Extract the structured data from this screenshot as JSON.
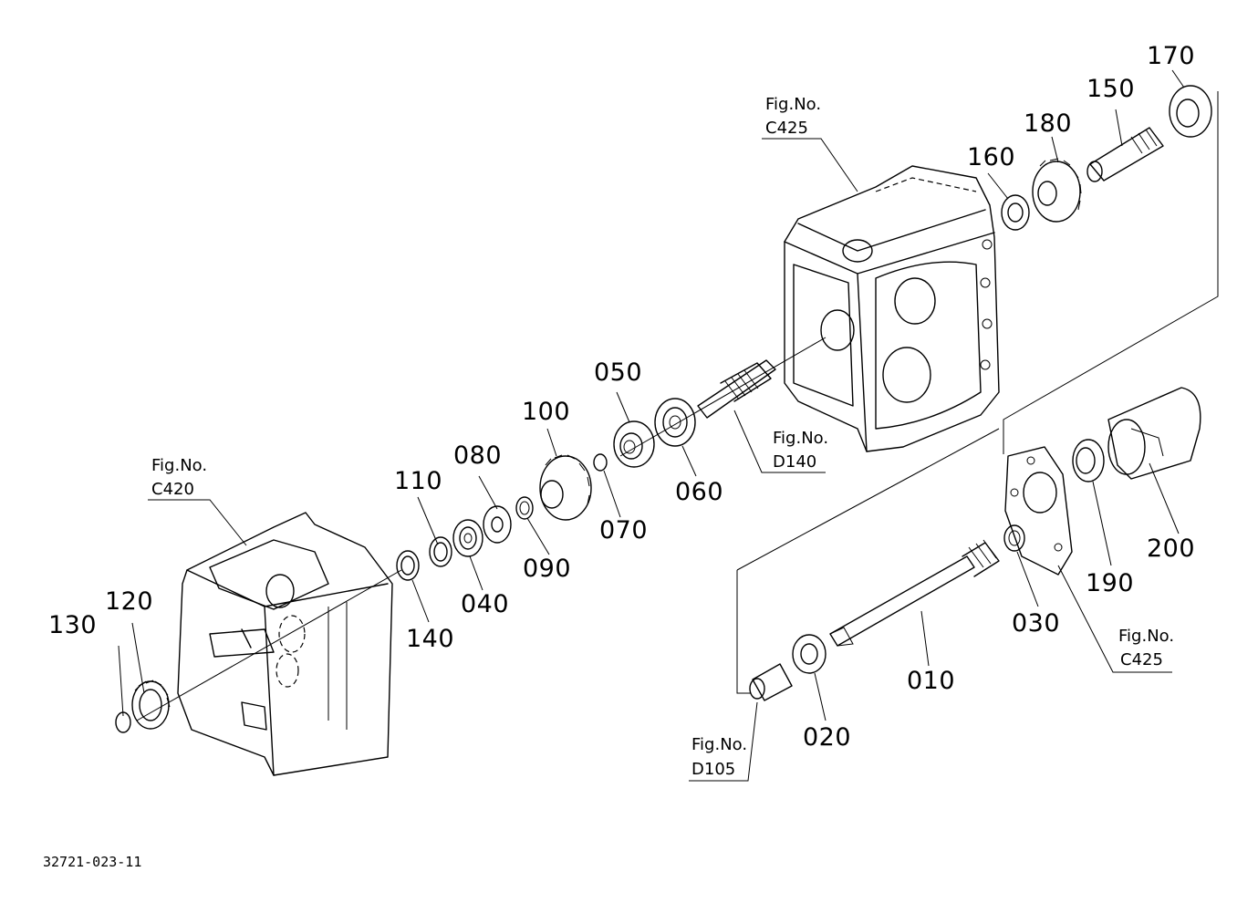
{
  "diagram": {
    "drawing_id": "32721-023-11",
    "parts": {
      "p010": "010",
      "p020": "020",
      "p030": "030",
      "p040": "040",
      "p050": "050",
      "p060": "060",
      "p070": "070",
      "p080": "080",
      "p090": "090",
      "p100": "100",
      "p110": "110",
      "p120": "120",
      "p130": "130",
      "p140": "140",
      "p150": "150",
      "p160": "160",
      "p170": "170",
      "p180": "180",
      "p190": "190",
      "p200": "200"
    },
    "refs": {
      "c425_top": {
        "label": "Fig.No.",
        "code": "C425"
      },
      "c420": {
        "label": "Fig.No.",
        "code": "C420"
      },
      "d140": {
        "label": "Fig.No.",
        "code": "D140"
      },
      "d105": {
        "label": "Fig.No.",
        "code": "D105"
      },
      "c425_right": {
        "label": "Fig.No.",
        "code": "C425"
      }
    }
  }
}
